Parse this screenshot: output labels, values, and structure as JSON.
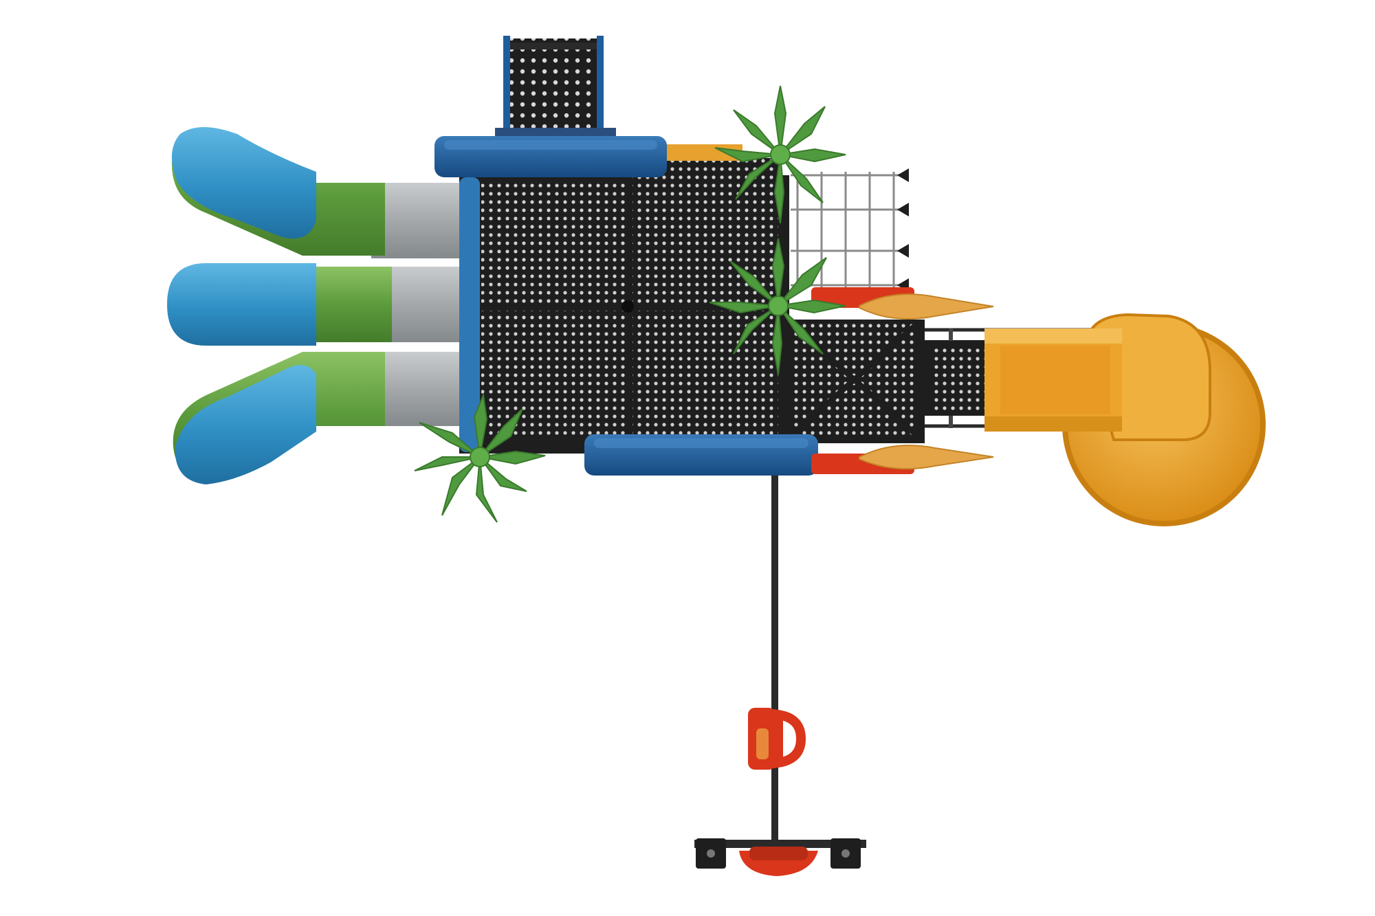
{
  "image": {
    "subject": "playground",
    "background": "#ffffff"
  },
  "colors": {
    "deck_black": "#1e1e1e",
    "perforation": "#cfcfcf",
    "roof_blue": "#1f5d9c",
    "slide_blue": "#2f8fc4",
    "slide_green": "#5c9b3c",
    "slide_grey": "#a4a8ab",
    "spiral_orange": "#eda42c",
    "palm_green": "#4f9a3e",
    "cone_orange": "#e5a64a",
    "accent_red": "#d9361b"
  },
  "components": [
    {
      "name": "ladder",
      "icon": "ladder-icon"
    },
    {
      "name": "roof-panel-top",
      "icon": "roof-icon"
    },
    {
      "name": "roof-panel-bottom",
      "icon": "roof-icon"
    },
    {
      "name": "main-deck",
      "icon": "deck-icon"
    },
    {
      "name": "tube-slide-top",
      "icon": "slide-icon"
    },
    {
      "name": "tube-slide-middle",
      "icon": "slide-icon"
    },
    {
      "name": "tube-slide-bottom",
      "icon": "slide-icon"
    },
    {
      "name": "cargo-net",
      "icon": "net-icon"
    },
    {
      "name": "bridge-walkway",
      "icon": "bridge-icon"
    },
    {
      "name": "spiral-slide",
      "icon": "spiral-slide-icon"
    },
    {
      "name": "palm-tree",
      "icon": "palm-icon"
    },
    {
      "name": "spinner-pole",
      "icon": "pole-icon"
    }
  ]
}
